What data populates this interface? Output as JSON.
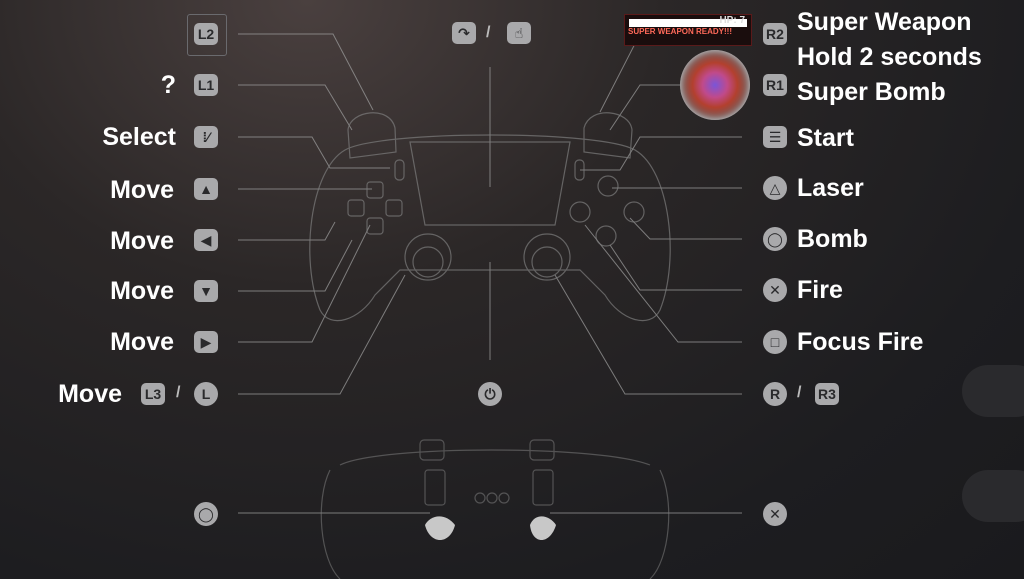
{
  "left_bindings": [
    {
      "label": "",
      "button": "L2",
      "icon": "l2-icon"
    },
    {
      "label": "?",
      "button": "L1",
      "icon": "l1-icon"
    },
    {
      "label": "Select",
      "button": "",
      "icon": "create-button-icon"
    },
    {
      "label": "Move",
      "button": "",
      "icon": "dpad-up-icon"
    },
    {
      "label": "Move",
      "button": "",
      "icon": "dpad-left-icon"
    },
    {
      "label": "Move",
      "button": "",
      "icon": "dpad-down-icon"
    },
    {
      "label": "Move",
      "button": "",
      "icon": "dpad-right-icon"
    },
    {
      "label": "Move",
      "button": "L3",
      "alt_separator": "/",
      "icon": "left-stick-icon"
    }
  ],
  "right_bindings": [
    {
      "label": "Super Weapon",
      "label2": "Hold 2 seconds",
      "button": "R2",
      "icon": "r2-icon"
    },
    {
      "label": "Super Bomb",
      "button": "R1",
      "icon": "r1-icon"
    },
    {
      "label": "Start",
      "button": "",
      "icon": "options-button-icon"
    },
    {
      "label": "Laser",
      "button": "",
      "icon": "triangle-icon"
    },
    {
      "label": "Bomb",
      "button": "",
      "icon": "circle-icon"
    },
    {
      "label": "Fire",
      "button": "",
      "icon": "cross-icon"
    },
    {
      "label": "Focus Fire",
      "button": "",
      "icon": "square-icon"
    },
    {
      "label": "",
      "button": "R3",
      "alt_separator": "/",
      "icon": "right-stick-icon"
    }
  ],
  "center": {
    "touchpad_separator": "/",
    "icons": [
      "touchpad-swipe-icon",
      "touchpad-press-icon",
      "ps-button-icon"
    ]
  },
  "back_paddles": {
    "left_icon": "circle-icon",
    "right_icon": "cross-icon"
  },
  "hud_preview": {
    "hp_text": "HP: 7",
    "status_text": "SUPER WEAPON READY!!!"
  },
  "colors": {
    "background": "#232224",
    "icon_fill": "#a9a9ab",
    "text": "#ffffff",
    "outline": "#8a8a8a"
  }
}
